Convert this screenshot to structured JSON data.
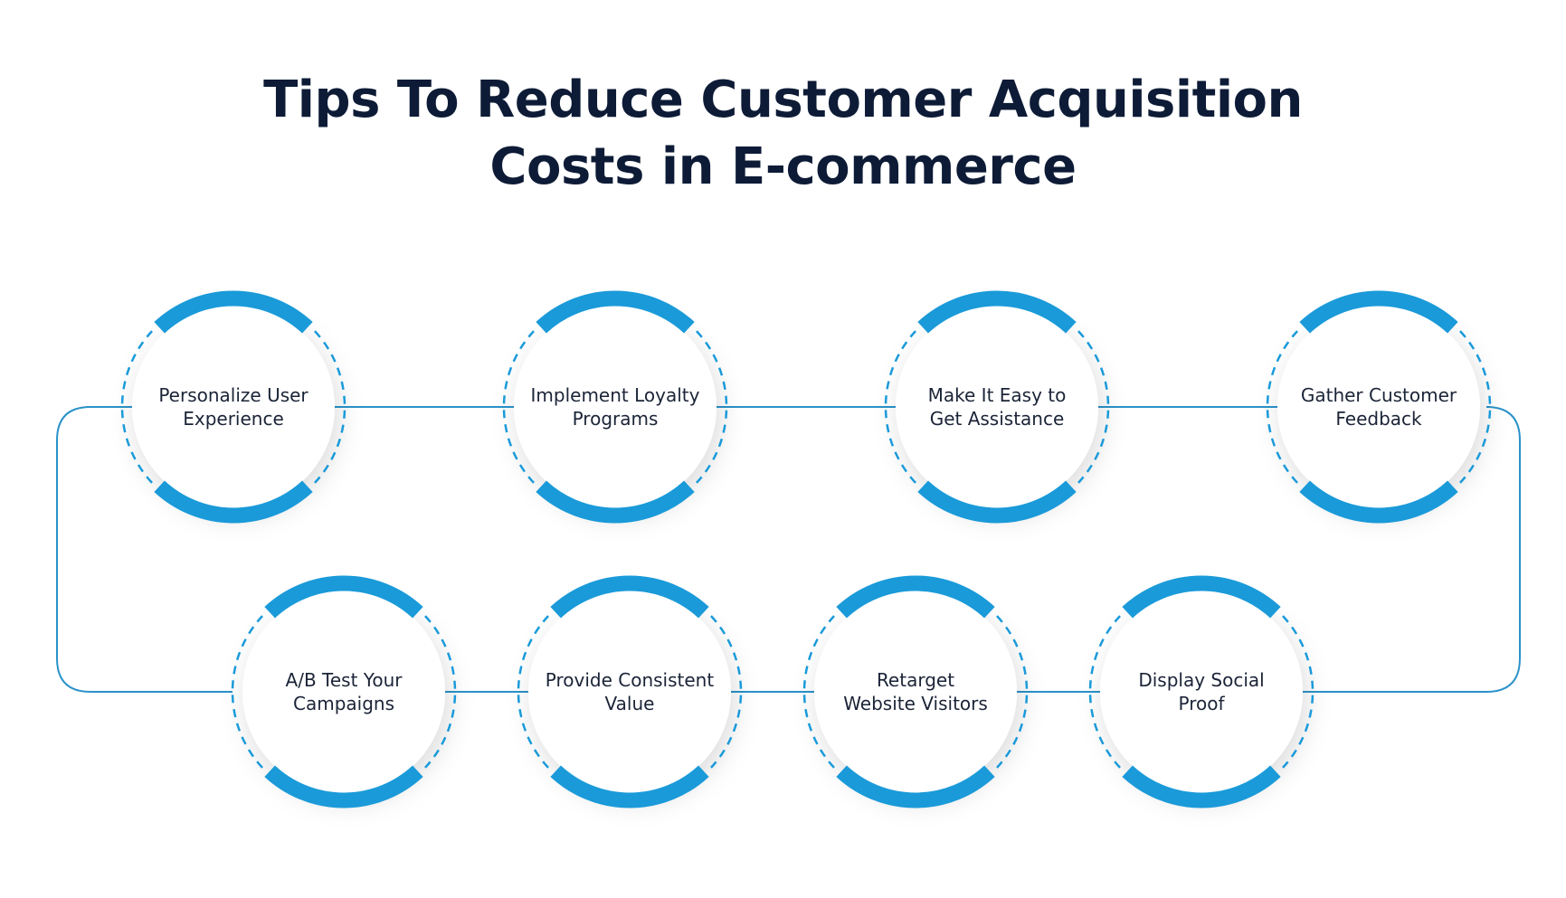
{
  "title": {
    "line1": "Tips To Reduce Customer Acquisition",
    "line2": "Costs in E-commerce"
  },
  "colors": {
    "title": "#0d1b36",
    "accent": "#1a9ad9",
    "connector": "#2a92c9",
    "text": "#1b2437"
  },
  "tips": [
    {
      "id": "personalize-user-experience",
      "lines": [
        "Personalize User",
        "Experience"
      ]
    },
    {
      "id": "implement-loyalty-programs",
      "lines": [
        "Implement Loyalty",
        "Programs"
      ]
    },
    {
      "id": "make-it-easy-to-get-assistance",
      "lines": [
        "Make It Easy to",
        "Get Assistance"
      ]
    },
    {
      "id": "gather-customer-feedback",
      "lines": [
        "Gather Customer",
        "Feedback"
      ]
    },
    {
      "id": "display-social-proof",
      "lines": [
        "Display Social",
        "Proof"
      ]
    },
    {
      "id": "retarget-website-visitors",
      "lines": [
        "Retarget",
        "Website Visitors"
      ]
    },
    {
      "id": "provide-consistent-value",
      "lines": [
        "Provide Consistent",
        "Value"
      ]
    },
    {
      "id": "ab-test-your-campaigns",
      "lines": [
        "A/B Test Your",
        "Campaigns"
      ]
    }
  ]
}
